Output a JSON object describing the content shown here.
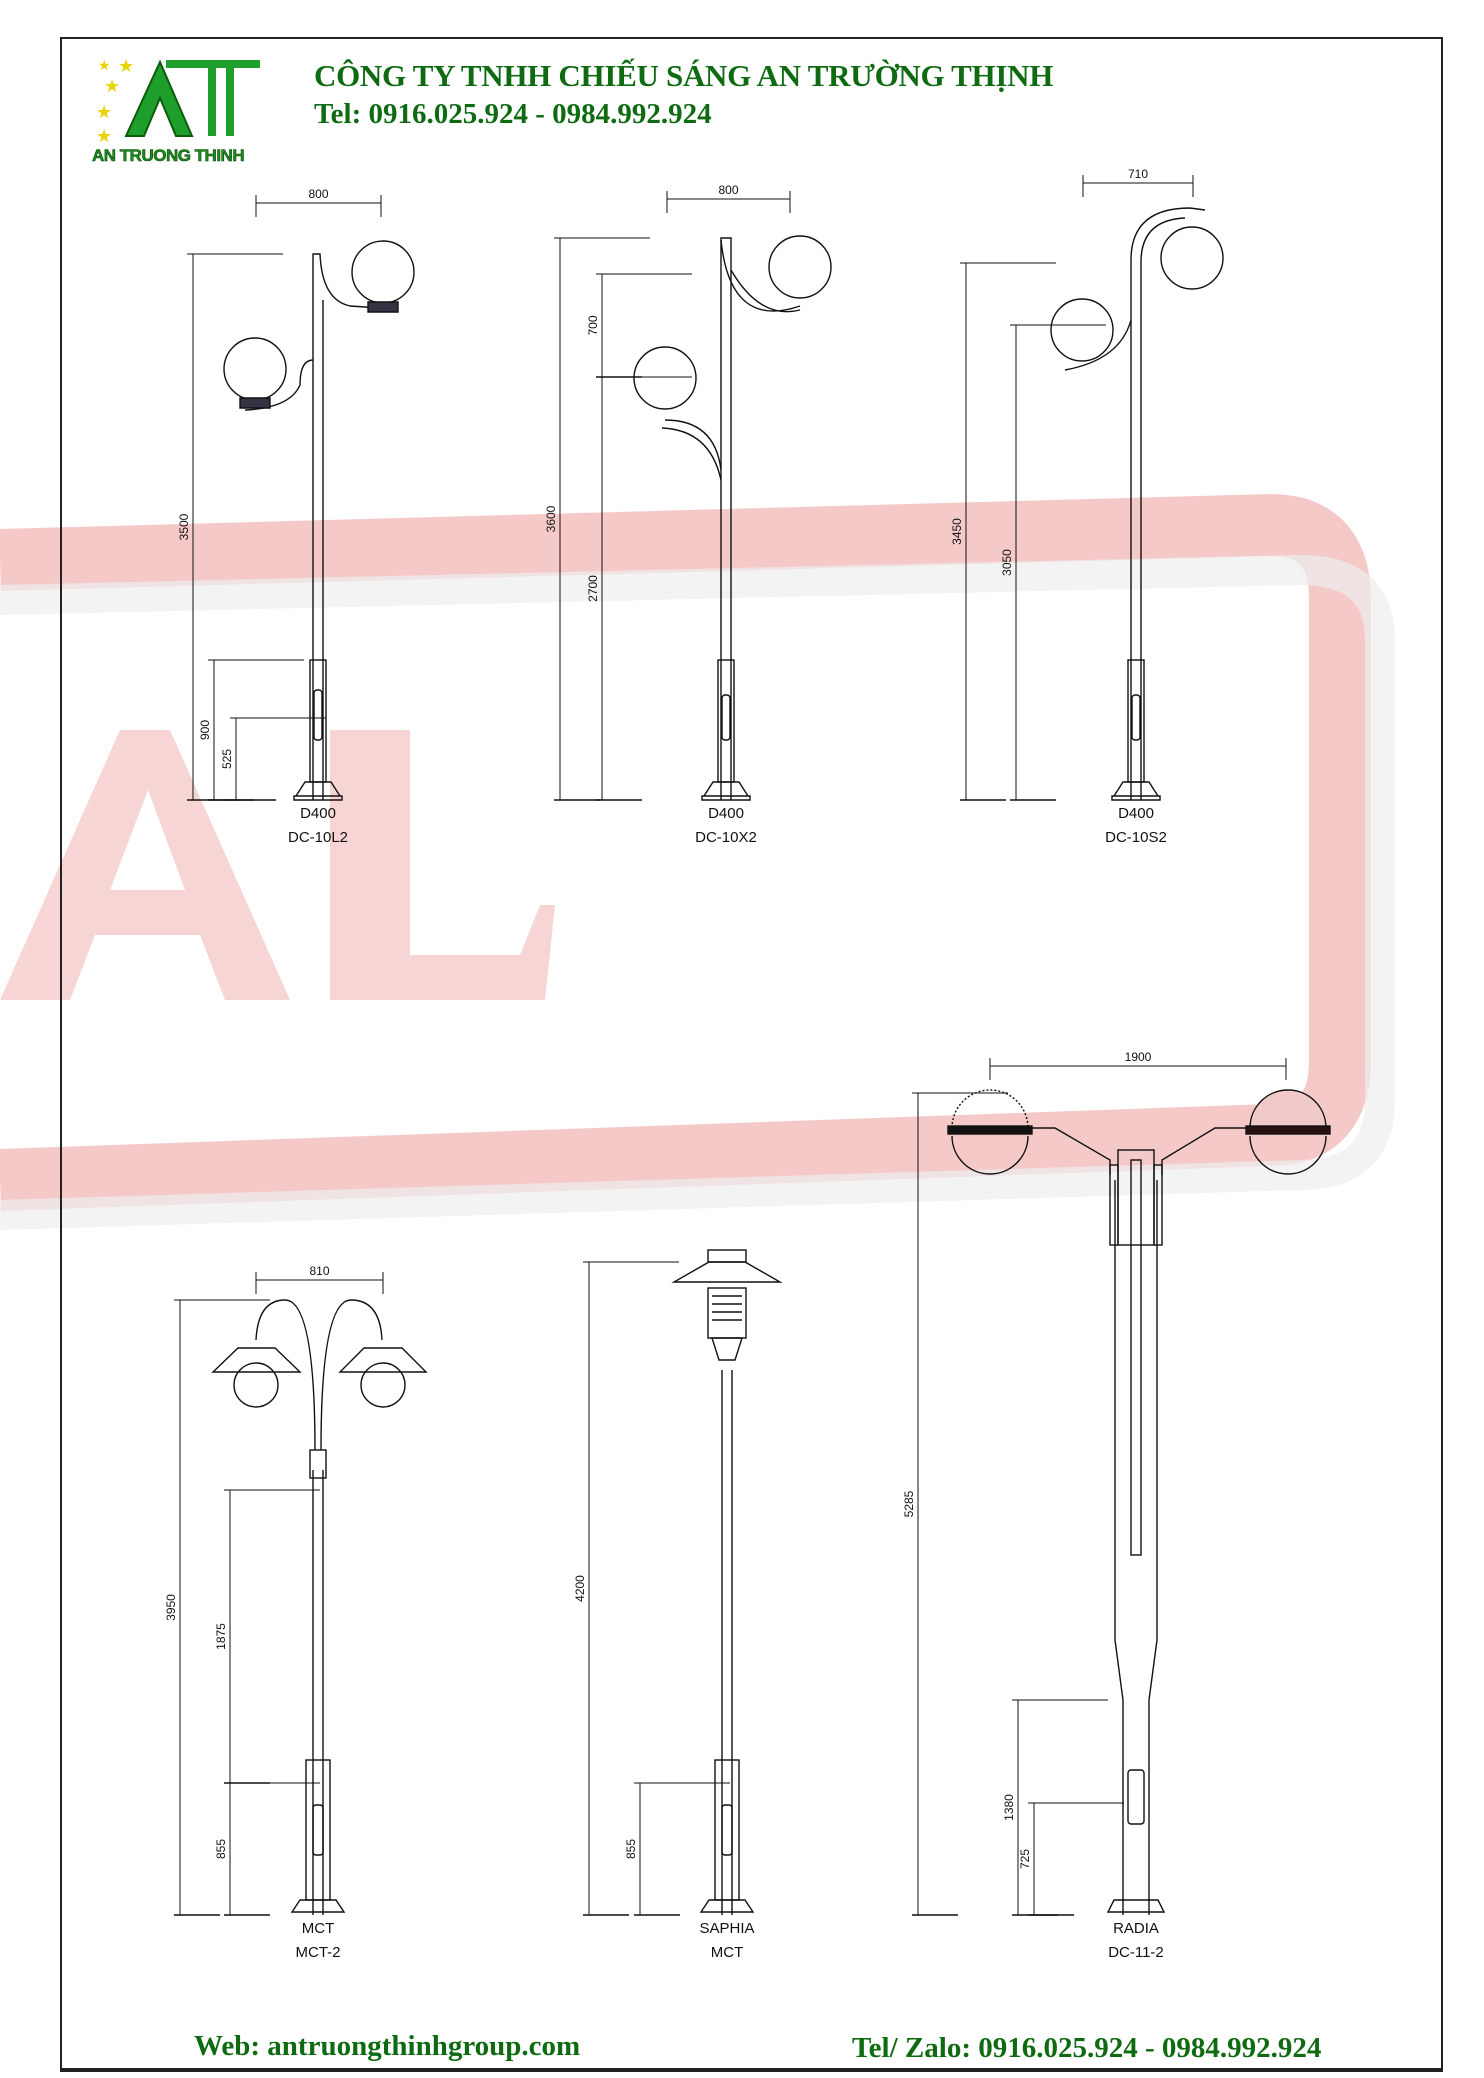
{
  "header": {
    "company": "CÔNG TY TNHH CHIẾU SÁNG AN TRƯỜNG THỊNH",
    "tel": "Tel: 0916.025.924 - 0984.992.924",
    "logo_text": "AN TRUONG THINH"
  },
  "footer": {
    "web": "Web: antruongthinhgroup.com",
    "tel_zalo": "Tel/ Zalo: 0916.025.924 - 0984.992.924"
  },
  "watermark": "AL",
  "colors": {
    "brand_green": "#0f6b12",
    "watermark": "#e85a5a"
  },
  "lamps": [
    {
      "name": "D400",
      "model": "DC-10L2",
      "dims": [
        "800",
        "3500",
        "900",
        "525"
      ]
    },
    {
      "name": "D400",
      "model": "DC-10X2",
      "dims": [
        "800",
        "3600",
        "700",
        "2700"
      ]
    },
    {
      "name": "D400",
      "model": "DC-10S2",
      "dims": [
        "710",
        "3450",
        "3050"
      ]
    },
    {
      "name": "MCT",
      "model": "MCT-2",
      "dims": [
        "810",
        "3950",
        "1875",
        "855"
      ]
    },
    {
      "name": "SAPHIA",
      "model": "MCT",
      "dims": [
        "4200",
        "855"
      ]
    },
    {
      "name": "RADIA",
      "model": "DC-11-2",
      "dims": [
        "1900",
        "5285",
        "1380",
        "725"
      ]
    }
  ]
}
